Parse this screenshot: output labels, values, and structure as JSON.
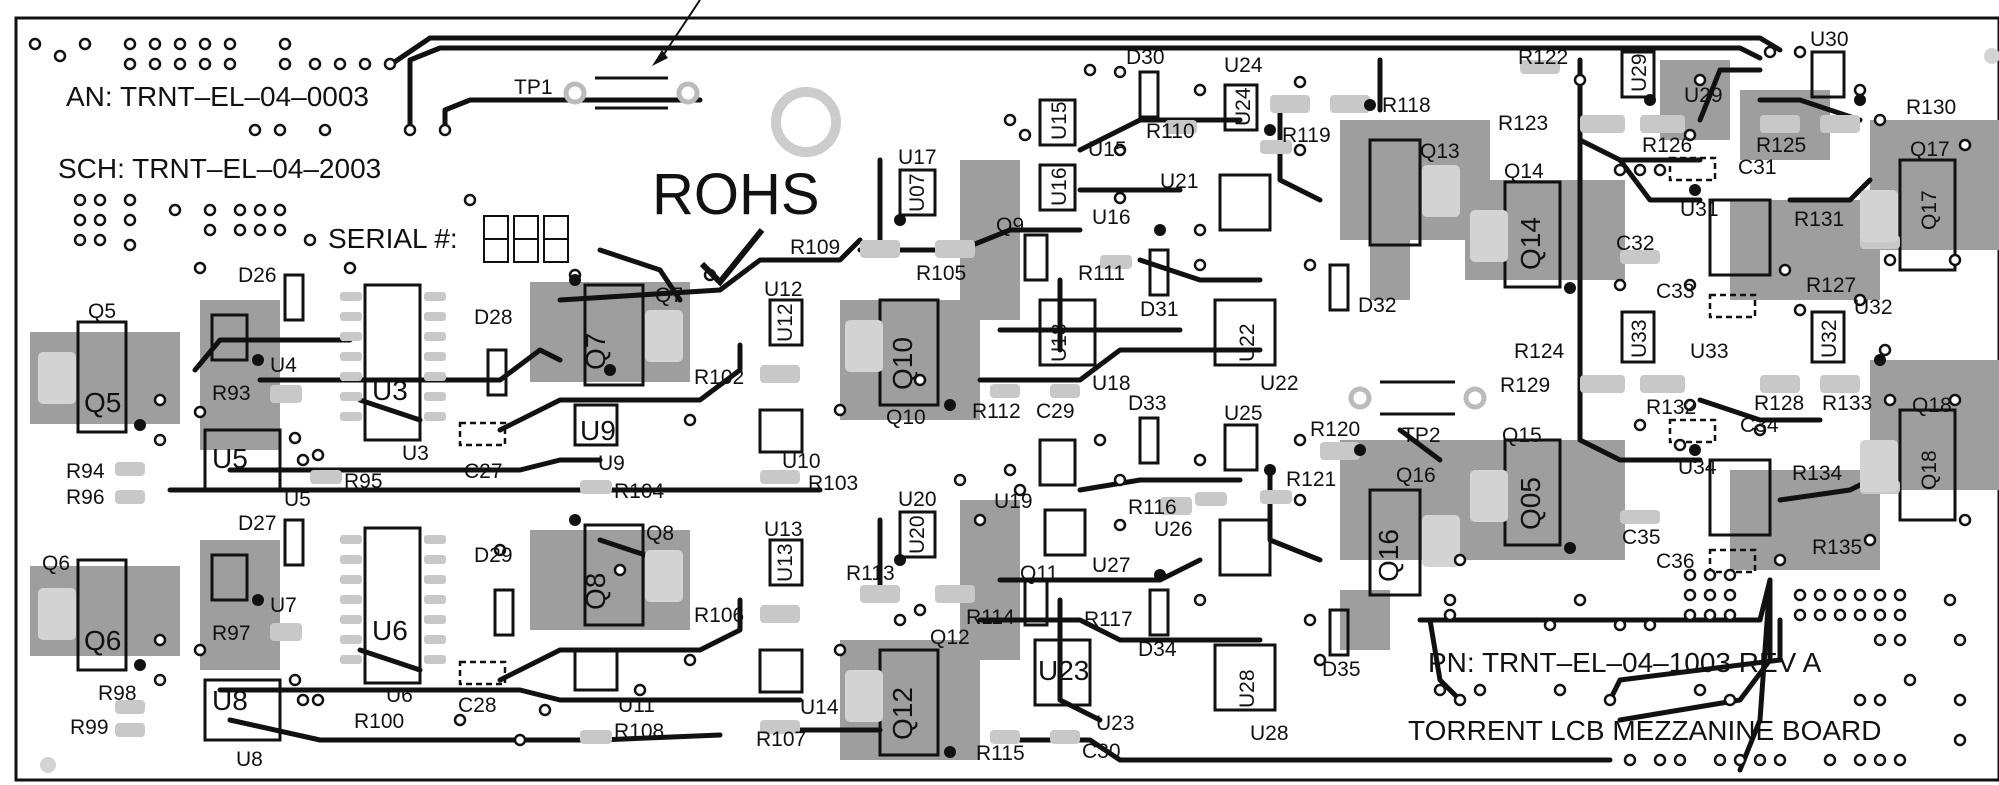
{
  "board": {
    "assembly_number": "AN: TRNT–EL–04–0003",
    "schematic_number": "SCH: TRNT–EL–04–2003",
    "serial_label": "SERIAL #:",
    "rohs_label": "ROHS",
    "part_number": "PN: TRNT–EL–04–1003 REV A",
    "board_name": "TORRENT LCB MEZZANINE BOARD",
    "testpoints": [
      "TP1",
      "TP2"
    ]
  },
  "refdes": {
    "q5": "Q5",
    "q5b": "Q5",
    "q6": "Q6",
    "q6b": "Q6",
    "q7": "Q7",
    "q7b": "Q7",
    "q8": "Q8",
    "q8b": "Q8",
    "q9": "Q9",
    "q10": "Q10",
    "q10b": "Q10",
    "q11": "Q11",
    "q12": "Q12",
    "q12b": "Q12",
    "q13": "Q13",
    "q14": "Q14",
    "q14b": "Q14",
    "q15": "Q15",
    "q15b": "Q05",
    "q16": "Q16",
    "q16b": "Q16",
    "q17": "Q17",
    "q17b": "Q17",
    "q18": "Q18",
    "q18b": "Q18",
    "u3": "U3",
    "u3b": "U3",
    "u4": "U4",
    "u5": "U5",
    "u5b": "U5",
    "u6": "U6",
    "u6b": "U6",
    "u7": "U7",
    "u8": "U8",
    "u8b": "U8",
    "u9": "U9",
    "u9b": "U9",
    "u10": "U10",
    "u11": "U11",
    "u12": "U12",
    "u12b": "U12",
    "u13": "U13",
    "u13b": "U13",
    "u14": "U14",
    "u15": "U15",
    "u15b": "U15",
    "u16": "U16",
    "u16b": "U16",
    "u17": "U17",
    "u17b": "U07",
    "u18": "U18",
    "u18b": "U18",
    "u19": "U19",
    "u20": "U20",
    "u20b": "U20",
    "u21": "U21",
    "u22": "U22",
    "u22b": "U22",
    "u23": "U23",
    "u23b": "U23",
    "u24": "U24",
    "u24b": "U24",
    "u25": "U25",
    "u26": "U26",
    "u27": "U27",
    "u28": "U28",
    "u28b": "U28",
    "u29": "U29",
    "u29b": "U29",
    "u30": "U30",
    "u31": "U31",
    "u32": "U32",
    "u32b": "U32",
    "u33": "U33",
    "u33b": "U33",
    "u34": "U34",
    "d26": "D26",
    "d27": "D27",
    "d28": "D28",
    "d29": "D29",
    "d30": "D30",
    "d31": "D31",
    "d32": "D32",
    "d33": "D33",
    "d34": "D34",
    "d35": "D35",
    "c27": "C27",
    "c28": "C28",
    "c29": "C29",
    "c30": "C30",
    "c31": "C31",
    "c32": "C32",
    "c33": "C33",
    "c34": "C34",
    "c35": "C35",
    "c36": "C36",
    "r93": "R93",
    "r94": "R94",
    "r95": "R95",
    "r96": "R96",
    "r97": "R97",
    "r98": "R98",
    "r99": "R99",
    "r100": "R100",
    "r102": "R102",
    "r103": "R103",
    "r104": "R104",
    "r105": "R105",
    "r106": "R106",
    "r107": "R107",
    "r108": "R108",
    "r109": "R109",
    "r110": "R110",
    "r111": "R111",
    "r112": "R112",
    "r113": "R113",
    "r114": "R114",
    "r115": "R115",
    "r116": "R116",
    "r117": "R117",
    "r118": "R118",
    "r119": "R119",
    "r120": "R120",
    "r121": "R121",
    "r122": "R122",
    "r123": "R123",
    "r124": "R124",
    "r125": "R125",
    "r126": "R126",
    "r127": "R127",
    "r128": "R128",
    "r129": "R129",
    "r130": "R130",
    "r131": "R131",
    "r132": "R132",
    "r133": "R133",
    "r134": "R134",
    "r135": "R135"
  },
  "colors": {
    "background": "#ffffff",
    "silkscreen": "#111111",
    "copper_pad": "#c8c8c8",
    "copper_pour": "#9e9e9e"
  }
}
